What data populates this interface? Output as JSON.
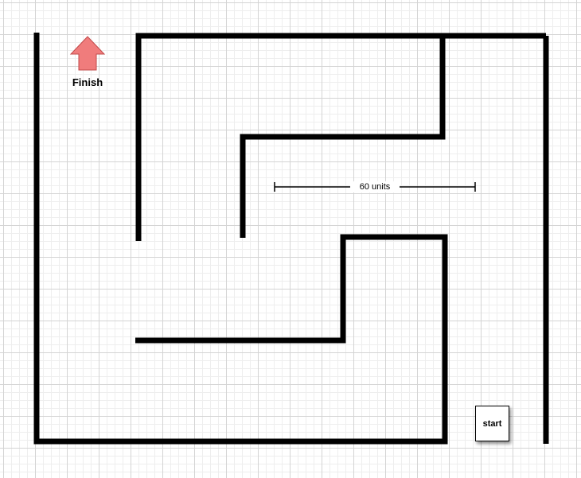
{
  "diagram": {
    "finish_label": "Finish",
    "start_label": "start",
    "measure_label": "60 units",
    "finish_arrow_color": "#f07c7c",
    "finish_arrow_border": "#c24a4a",
    "wall_color": "#000000",
    "grid_color": "#d4d4d4"
  }
}
